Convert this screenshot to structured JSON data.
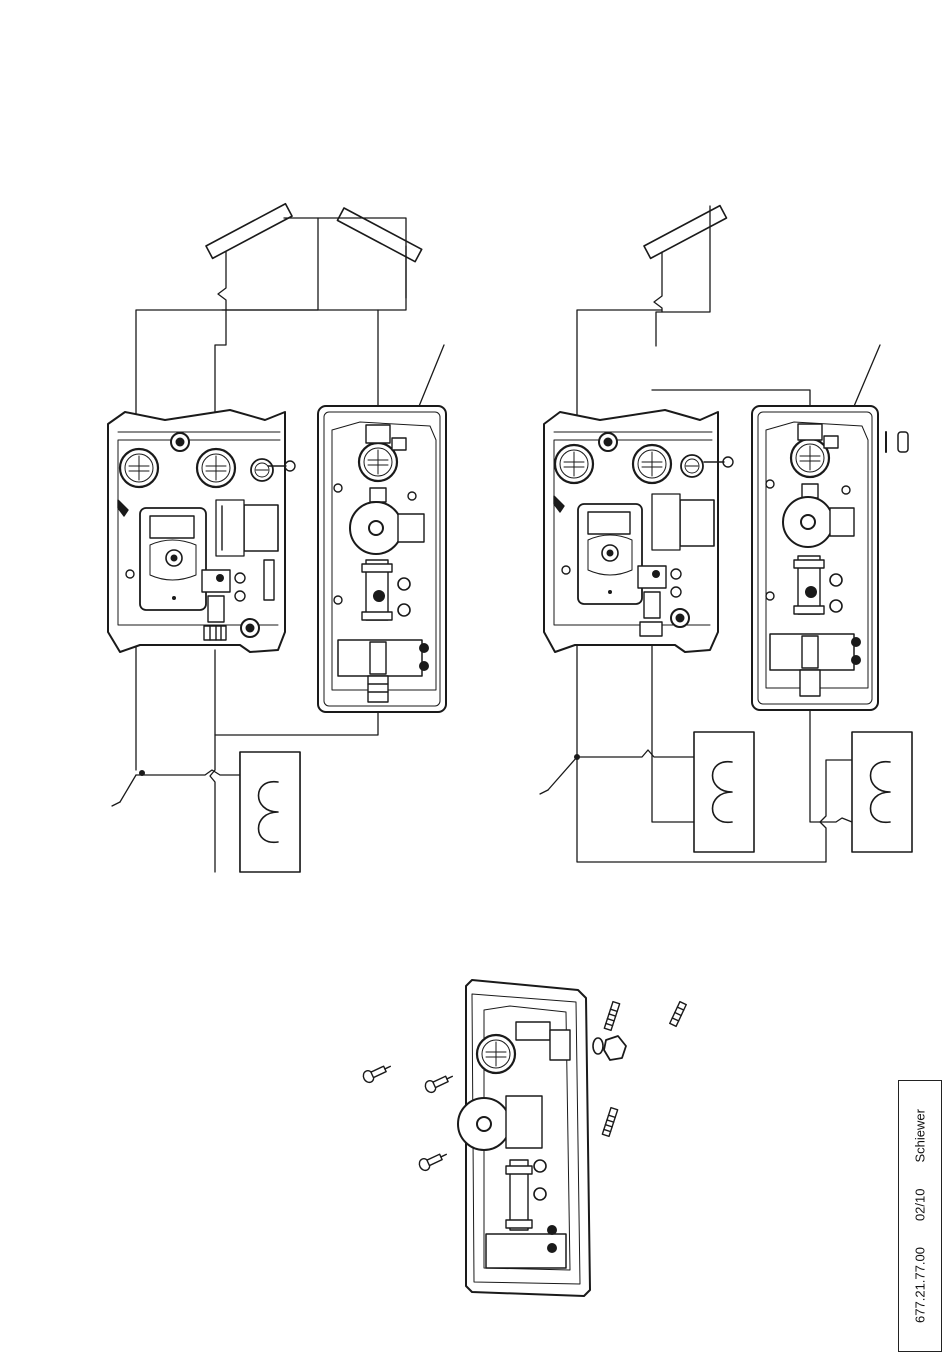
{
  "title_block": {
    "document_number": "677.21.77.00",
    "date": "02/10",
    "author": "Schiewer"
  },
  "scenes": [
    {
      "name": "left-installation",
      "collectors": 2,
      "storage_tanks": 1,
      "stations": [
        "main-station-with-controller",
        "auxiliary-pump-station"
      ]
    },
    {
      "name": "right-installation",
      "collectors": 1,
      "storage_tanks": 2,
      "stations": [
        "main-station-with-controller",
        "auxiliary-pump-station"
      ]
    },
    {
      "name": "auxiliary-station-exploded-view",
      "loose_parts": [
        "stud-screw",
        "stud-screw",
        "stud-screw",
        "nut",
        "washer",
        "wall-plug",
        "wall-plug",
        "wall-plug"
      ]
    }
  ],
  "colors": {
    "line": "#1a1a1a",
    "panel": "#ffffff"
  }
}
